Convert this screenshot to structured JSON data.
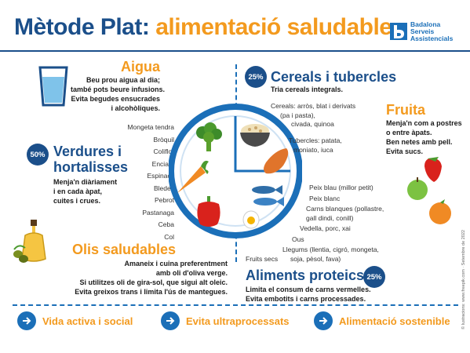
{
  "title": {
    "part1": "Mètode Plat:",
    "part2": "alimentació saludable"
  },
  "logo": {
    "line1": "Badalona",
    "line2": "Serveis",
    "line3": "Assistencials"
  },
  "water": {
    "heading": "Aigua",
    "line1": "Beu prou aigua al dia;",
    "line2": "també pots beure infusions.",
    "line3": "Evita begudes ensucrades",
    "line4": "i alcohòliques."
  },
  "vegetables": {
    "percent": "50%",
    "heading_line1": "Verdures i",
    "heading_line2": "hortalisses",
    "desc1": "Menja'n diàriament",
    "desc2": "i en cada àpat,",
    "desc3": "cuites i crues.",
    "items": [
      "Mongeta tendra",
      "Bròquil",
      "Coliflor",
      "Enciam",
      "Espinacs",
      "Bledes",
      "Pebrot",
      "Pastanaga",
      "Ceba",
      "Col"
    ]
  },
  "cereals": {
    "percent": "25%",
    "heading": "Cereals i tubercles",
    "subtitle": "Tria cereals integrals.",
    "list1_l1": "Cereals: arròs, blat i derivats",
    "list1_l2": "(pa i pasta),",
    "list1_l3": "civada, quinoa",
    "list2_l1": "Tubercles: patata,",
    "list2_l2": "moniato, iuca"
  },
  "fruit": {
    "heading": "Fruita",
    "line1": "Menja'n com a postres",
    "line2": "o entre àpats.",
    "line3": "Ben netes amb pell.",
    "line4": "Evita sucs."
  },
  "oils": {
    "heading": "Olis saludables",
    "line1": "Amaneix i cuina preferentment",
    "line2": "amb oli d'oliva verge.",
    "line3": "Si utilitzes oli de gira-sol, que sigui alt oleic.",
    "line4": "Evita greixos trans i limita l'ús de mantegues."
  },
  "protein": {
    "percent": "25%",
    "heading": "Aliments proteics",
    "line1": "Limita el consum de carns vermelles.",
    "line2": "Evita embotits i carns processades.",
    "items": [
      "Peix blau (millor petit)",
      "Peix blanc",
      "Carns blanques (pollastre,",
      "gall dindi, conill)",
      "Vedella, porc, xai",
      "Ous",
      "Llegums (llentia, cigró, mongeta,",
      "soja, pèsol, fava)",
      "Fruits secs"
    ]
  },
  "footer": {
    "item1": "Vida activa i social",
    "item2": "Evita ultraprocessats",
    "item3": "Alimentació sostenible"
  },
  "credit": "© Iustracions: www.freepik.com · Setembre de 2022",
  "colors": {
    "blue": "#1b4f8a",
    "orange": "#f39a1e",
    "accent_blue": "#1b6fb8"
  }
}
